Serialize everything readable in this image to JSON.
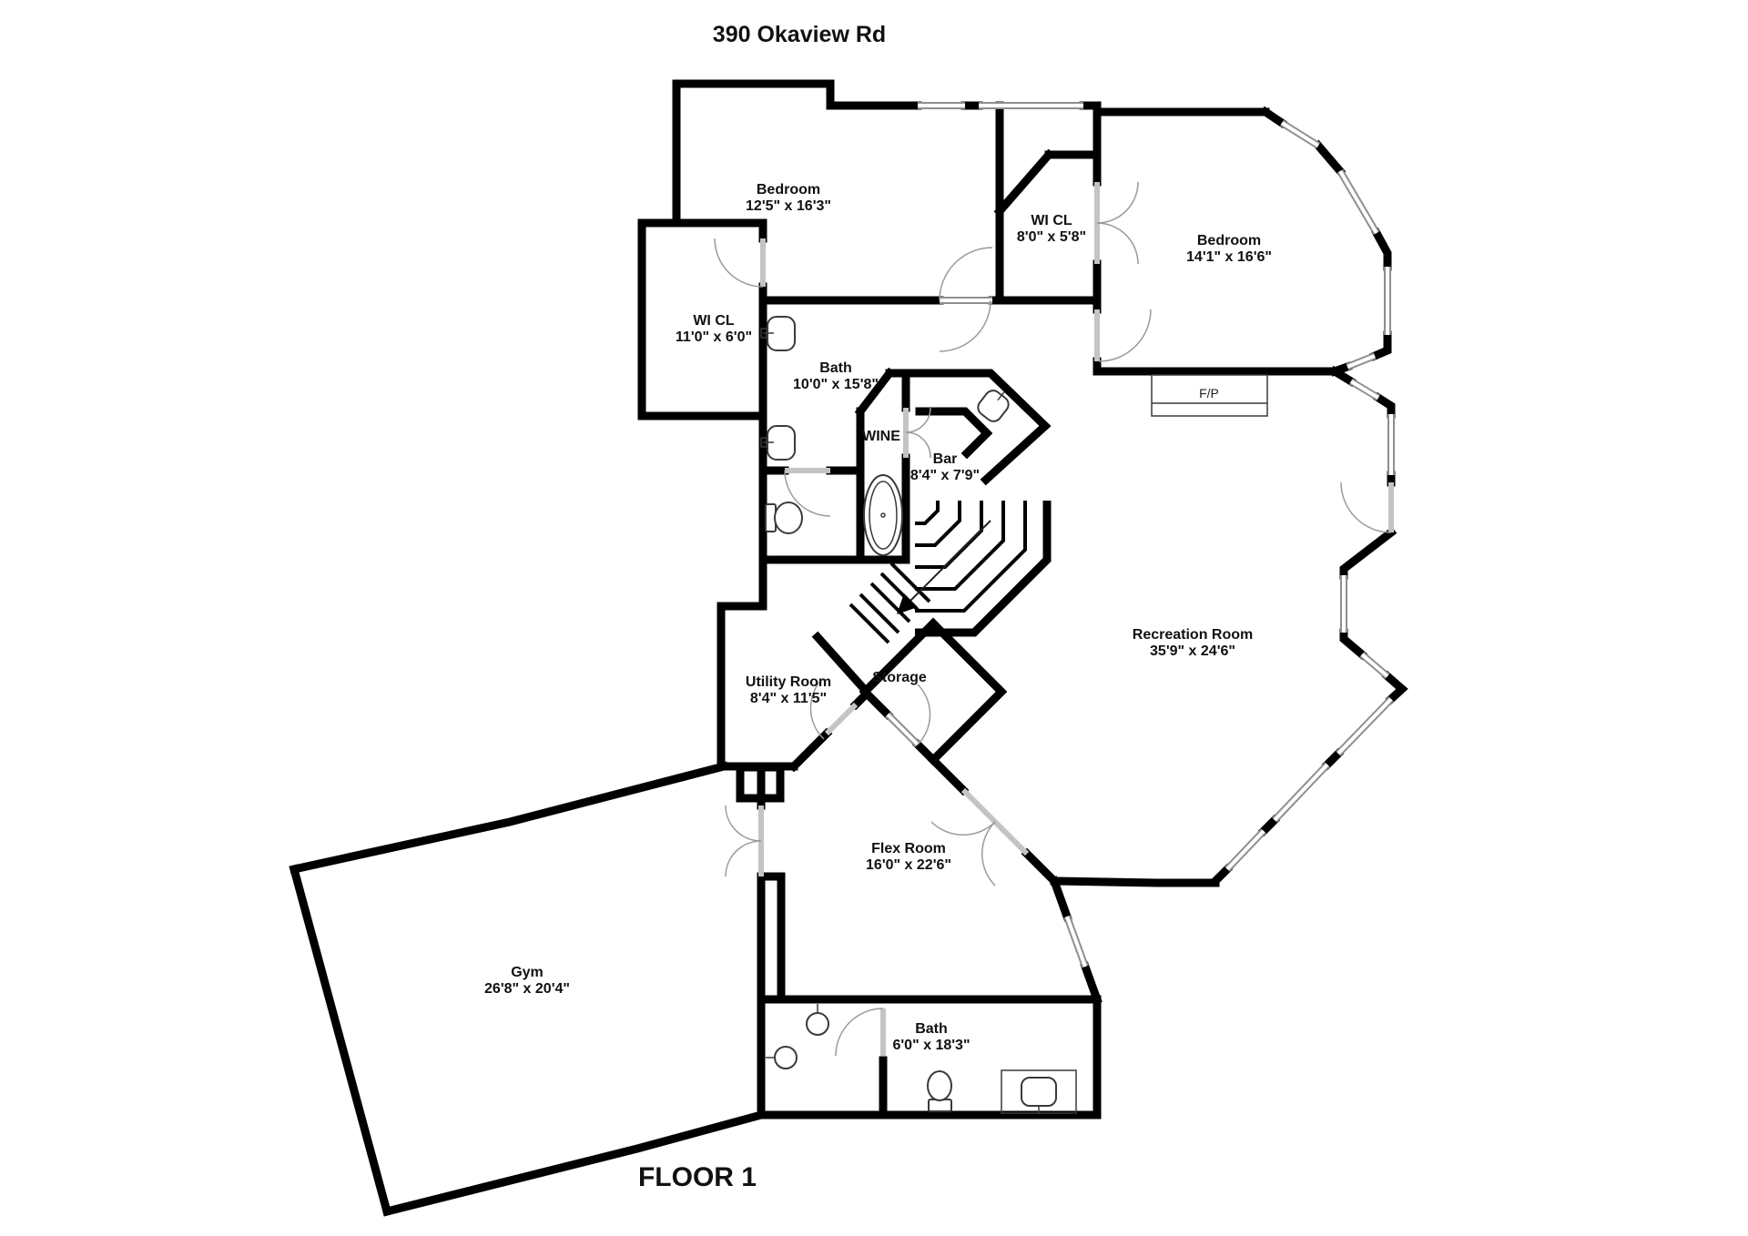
{
  "title": "390 Okaview Rd",
  "floor_label": "FLOOR 1",
  "rooms": [
    {
      "id": "bedroom-top",
      "name": "Bedroom",
      "dims": "12'5\" x 16'3\""
    },
    {
      "id": "wicl-top",
      "name": "WI CL",
      "dims": "8'0\" x 5'8\""
    },
    {
      "id": "bedroom-right",
      "name": "Bedroom",
      "dims": "14'1\" x 16'6\""
    },
    {
      "id": "wicl-left",
      "name": "WI CL",
      "dims": "11'0\" x 6'0\""
    },
    {
      "id": "bath-main",
      "name": "Bath",
      "dims": "10'0\" x 15'8\""
    },
    {
      "id": "wine",
      "name": "WINE",
      "dims": ""
    },
    {
      "id": "bar",
      "name": "Bar",
      "dims": "8'4\" x 7'9\""
    },
    {
      "id": "fireplace",
      "name": "F/P",
      "dims": ""
    },
    {
      "id": "recreation",
      "name": "Recreation Room",
      "dims": "35'9\" x 24'6\""
    },
    {
      "id": "utility",
      "name": "Utility Room",
      "dims": "8'4\" x 11'5\""
    },
    {
      "id": "storage",
      "name": "Storage",
      "dims": ""
    },
    {
      "id": "flex",
      "name": "Flex Room",
      "dims": "16'0\" x 22'6\""
    },
    {
      "id": "gym",
      "name": "Gym",
      "dims": "26'8\" x 20'4\""
    },
    {
      "id": "bath-lower",
      "name": "Bath",
      "dims": "6'0\" x 18'3\""
    }
  ],
  "colors": {
    "wall": "#000000",
    "window": "#8f8f8f",
    "door": "#c4c4c4",
    "background": "#ffffff"
  }
}
